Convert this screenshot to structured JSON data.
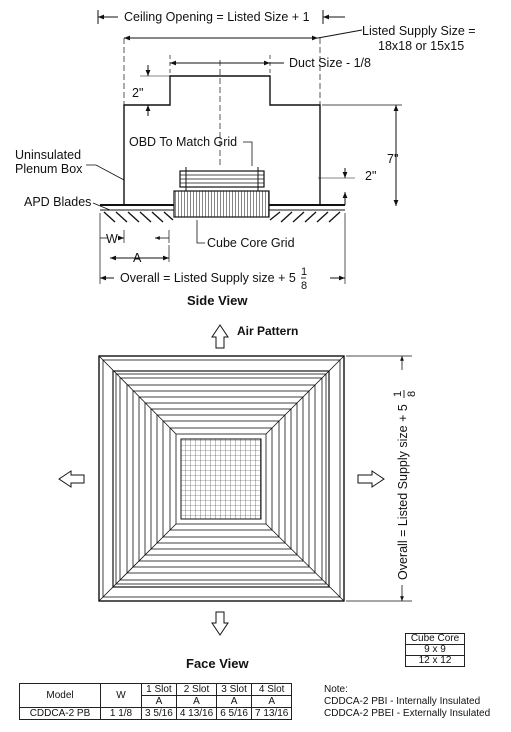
{
  "side_view": {
    "ceiling_opening": "Ceiling Opening = Listed Size + 1",
    "listed_supply_line1": "Listed Supply Size =",
    "listed_supply_line2": "18x18 or 15x15",
    "duct_size": "Duct Size - 1/8",
    "dim_2in_top": "2\"",
    "dim_7in": "7\"",
    "dim_2in_side": "2\"",
    "obd_label": "OBD To Match Grid",
    "uninsulated_line1": "Uninsulated",
    "uninsulated_line2": "Plenum Box",
    "apd_blades": "APD Blades",
    "dim_w": "W",
    "dim_a": "A",
    "cube_core_grid": "Cube Core Grid",
    "overall_prefix": "Overall  = Listed Supply size + 5",
    "overall_frac_num": "1",
    "overall_frac_den": "8",
    "title": "Side View"
  },
  "air_pattern": "Air Pattern",
  "face_view": {
    "overall_label": "Overall  = Listed Supply size + 5",
    "frac_num": "1",
    "frac_den": "8",
    "title": "Face View"
  },
  "cube_core": {
    "header": "Cube Core",
    "sizes": [
      "9 x 9",
      "12 x 12"
    ]
  },
  "spec_table": {
    "col_model": "Model",
    "col_w": "W",
    "slots": [
      "1 Slot",
      "2 Slot",
      "3 Slot",
      "4 Slot"
    ],
    "slot_sub": [
      "A",
      "A",
      "A",
      "A"
    ],
    "row": {
      "model": "CDDCA-2 PB",
      "w": "1 1/8",
      "values": [
        "3 5/16",
        "4 13/16",
        "6 5/16",
        "7 13/16"
      ]
    }
  },
  "notes": {
    "heading": "Note:",
    "line1": "CDDCA-2 PBI - Internally Insulated",
    "line2": "CDDCA-2 PBEI - Externally Insulated"
  }
}
